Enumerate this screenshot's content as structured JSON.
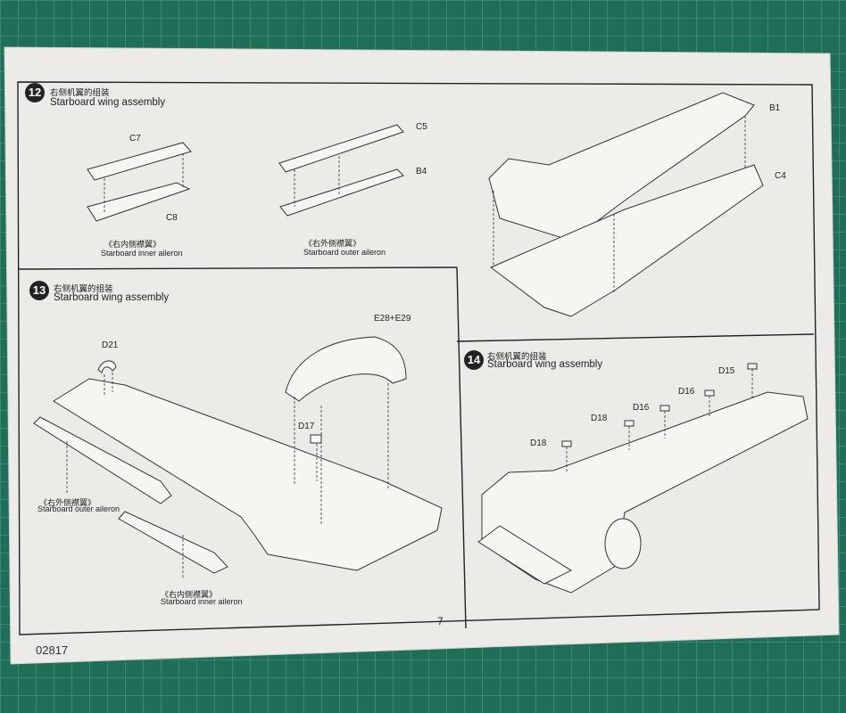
{
  "document": {
    "page_number": "7",
    "product_code": "02817"
  },
  "steps": [
    {
      "number": "12",
      "title_cn": "右侧机翼的组装",
      "title_en": "Starboard wing assembly",
      "parts": [
        "C7",
        "C8",
        "C5",
        "B4",
        "B1",
        "C4"
      ],
      "captions": [
        {
          "cn": "《右内侧襟翼》",
          "en": "Starboard inner aileron"
        },
        {
          "cn": "《右外侧襟翼》",
          "en": "Starboard outer aileron"
        }
      ]
    },
    {
      "number": "13",
      "title_cn": "右侧机翼的组装",
      "title_en": "Starboard wing assembly",
      "parts": [
        "E28+E29",
        "D21",
        "D17"
      ],
      "captions": [
        {
          "cn": "《右外侧襟翼》",
          "en": "Starboard outer aileron"
        },
        {
          "cn": "《右内侧襟翼》",
          "en": "Starboard inner aileron"
        }
      ]
    },
    {
      "number": "14",
      "title_cn": "右侧机翼的组装",
      "title_en": "Starboard wing assembly",
      "parts": [
        "D15",
        "D16",
        "D16",
        "D18",
        "D18"
      ]
    }
  ],
  "colors": {
    "mat": "#1f6e57",
    "mat_grid": "#5fae8e",
    "paper": "#ecebe7",
    "ink": "#222222"
  }
}
